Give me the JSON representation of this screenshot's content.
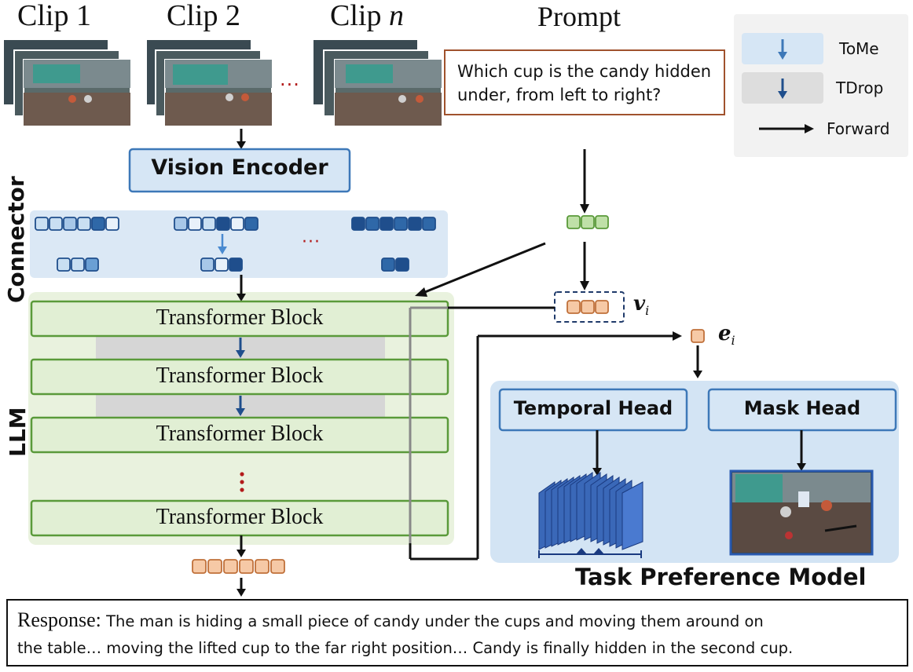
{
  "clips": {
    "clip1": "Clip 1",
    "clip2": "Clip 2",
    "clipn_prefix": "Clip",
    "clipn_var": "n",
    "ellipsis": "···"
  },
  "prompt": {
    "title": "Prompt",
    "line1": "Which cup is the candy hidden",
    "line2": "under, from left to right?"
  },
  "legend": {
    "tome": "ToMe",
    "tdrop": "TDrop",
    "forward": "Forward"
  },
  "vision_encoder": "Vision Encoder",
  "connector_label": "Connector",
  "connector_ellipsis": "···",
  "llm_label": "LLM",
  "transformer_blocks": [
    "Transformer Block",
    "Transformer Block",
    "Transformer Block",
    "Transformer Block"
  ],
  "vars": {
    "v": "v",
    "v_sub": "i",
    "e": "e",
    "e_sub": "i"
  },
  "heads": {
    "temporal": "Temporal Head",
    "mask": "Mask Head"
  },
  "task_preference_model": "Task Preference Model",
  "response": {
    "label": "Response:",
    "line1": "The man is hiding a small piece of candy under the cups and moving them around on",
    "line2": "the table… moving the lifted cup to the far right position… Candy is finally hidden in the second cup."
  },
  "colors": {
    "light_blue_bg": "#dbe8f5",
    "box_blue_fill": "#d6e6f5",
    "box_blue_border": "#3d78b8",
    "dark_blue": "#1f4e8c",
    "mid_blue": "#6a9fd4",
    "llm_green_bg": "#e9f2de",
    "green_border": "#5a9a3a",
    "green_token": "#bfe0a8",
    "orange_token": "#f6c9a6",
    "orange_border": "#c0703a",
    "red_dots": "#b31b1b",
    "gray_tdrop": "#d6d6d6"
  }
}
